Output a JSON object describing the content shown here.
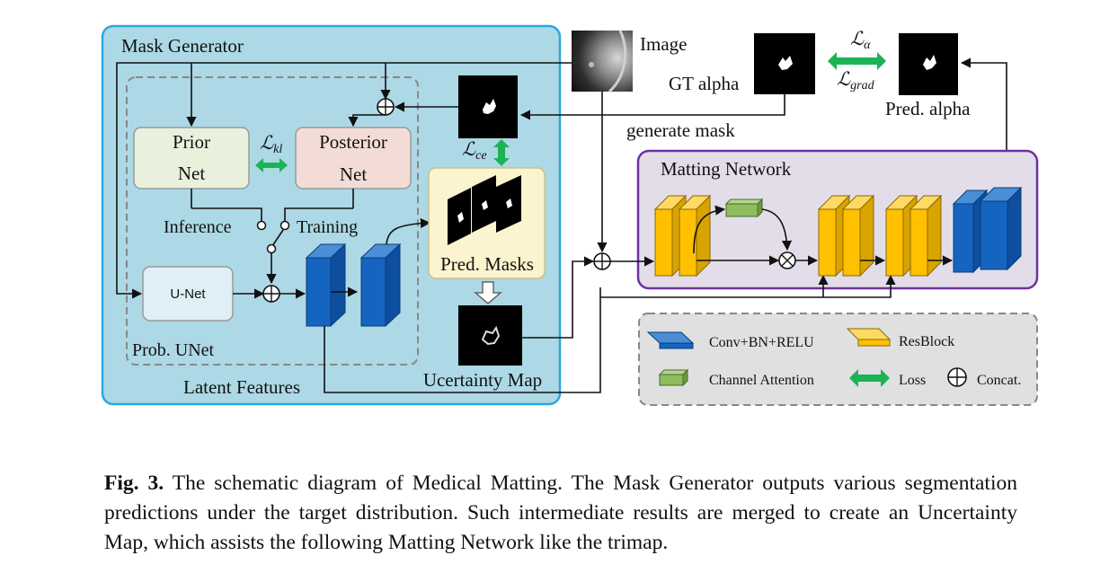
{
  "mask_generator": {
    "title": "Mask Generator",
    "prior_net": [
      "Prior",
      "Net"
    ],
    "posterior_net": [
      "Posterior",
      "Net"
    ],
    "loss_kl": "ℒ",
    "loss_kl_sub": "kl",
    "inference": "Inference",
    "training": "Training",
    "unet": "U-Net",
    "prob_unet": "Prob. UNet",
    "latent_features": "Latent Features",
    "loss_ce": "ℒ",
    "loss_ce_sub": "ce",
    "pred_masks": "Pred. Masks",
    "uncertainty_map": "Ucertainty Map"
  },
  "top": {
    "image": "Image",
    "gt_alpha": "GT alpha",
    "generate_mask": "generate mask",
    "loss_alpha": "ℒ",
    "loss_alpha_sub": "α",
    "loss_grad": "ℒ",
    "loss_grad_sub": "grad",
    "pred_alpha": "Pred. alpha"
  },
  "matting": {
    "title": "Matting Network"
  },
  "legend": {
    "conv": "Conv+BN+RELU",
    "resblock": "ResBlock",
    "channel_attention": "Channel Attention",
    "loss": "Loss",
    "concat": "Concat."
  },
  "caption": {
    "label": "Fig. 3.",
    "text": " The schematic diagram of Medical Matting. The Mask Generator outputs various segmentation predictions under the target distribution. Such intermediate results are merged to create an Uncertainty Map, which assists the following Matting Network like the trimap."
  },
  "colors": {
    "mask_generator_bg": "#add8e6",
    "mask_generator_border": "#2aa7e0",
    "matting_bg": "#e3dde9",
    "matting_border": "#7030a0",
    "prior_bg": "#e9f1dd",
    "posterior_bg": "#f3dcd6",
    "unet_bg": "#deeff6",
    "pred_masks_bg": "#fcf3cf",
    "conv_blue": "#1565c0",
    "resblock_yellow": "#ffc000",
    "attention_green": "#8fbc5f",
    "loss_green": "#1db354"
  }
}
